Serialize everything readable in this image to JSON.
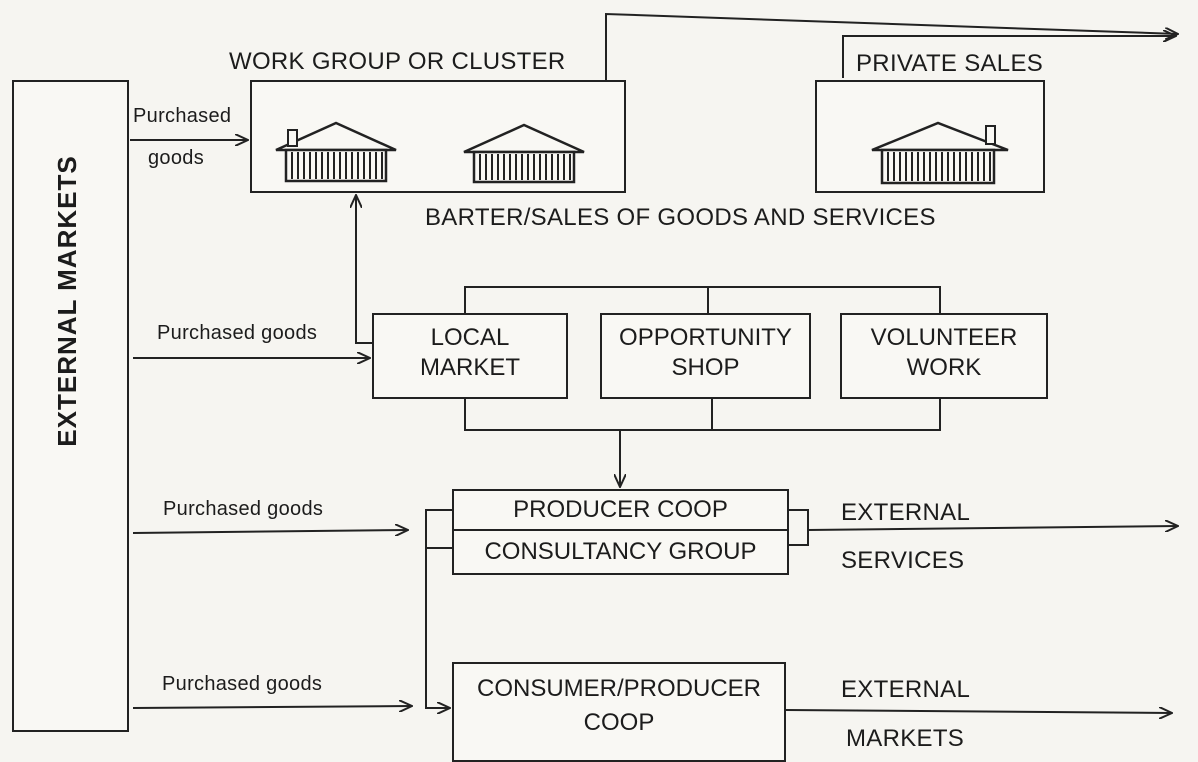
{
  "external_markets": {
    "label": "EXTERNAL MARKETS"
  },
  "work_group": {
    "title": "WORK GROUP OR CLUSTER"
  },
  "private_sales": {
    "title": "PRIVATE SALES"
  },
  "barter_label": "BARTER/SALES OF GOODS AND SERVICES",
  "purchased_goods": {
    "work_group_line1": "Purchased",
    "work_group_line2": "goods",
    "local_market": "Purchased goods",
    "producer_coop": "Purchased goods",
    "consumer_coop": "Purchased goods"
  },
  "local_market": {
    "line1": "LOCAL",
    "line2": "MARKET"
  },
  "opportunity_shop": {
    "line1": "OPPORTUNITY",
    "line2": "SHOP"
  },
  "volunteer_work": {
    "line1": "VOLUNTEER",
    "line2": "WORK"
  },
  "producer_coop": {
    "label": "PRODUCER COOP"
  },
  "consultancy_group": {
    "label": "CONSULTANCY GROUP"
  },
  "external_services": {
    "line1": "EXTERNAL",
    "line2": "SERVICES"
  },
  "consumer_producer_coop": {
    "line1": "CONSUMER/PRODUCER",
    "line2": "COOP"
  },
  "external_markets_out": {
    "line1": "EXTERNAL",
    "line2": "MARKETS"
  }
}
